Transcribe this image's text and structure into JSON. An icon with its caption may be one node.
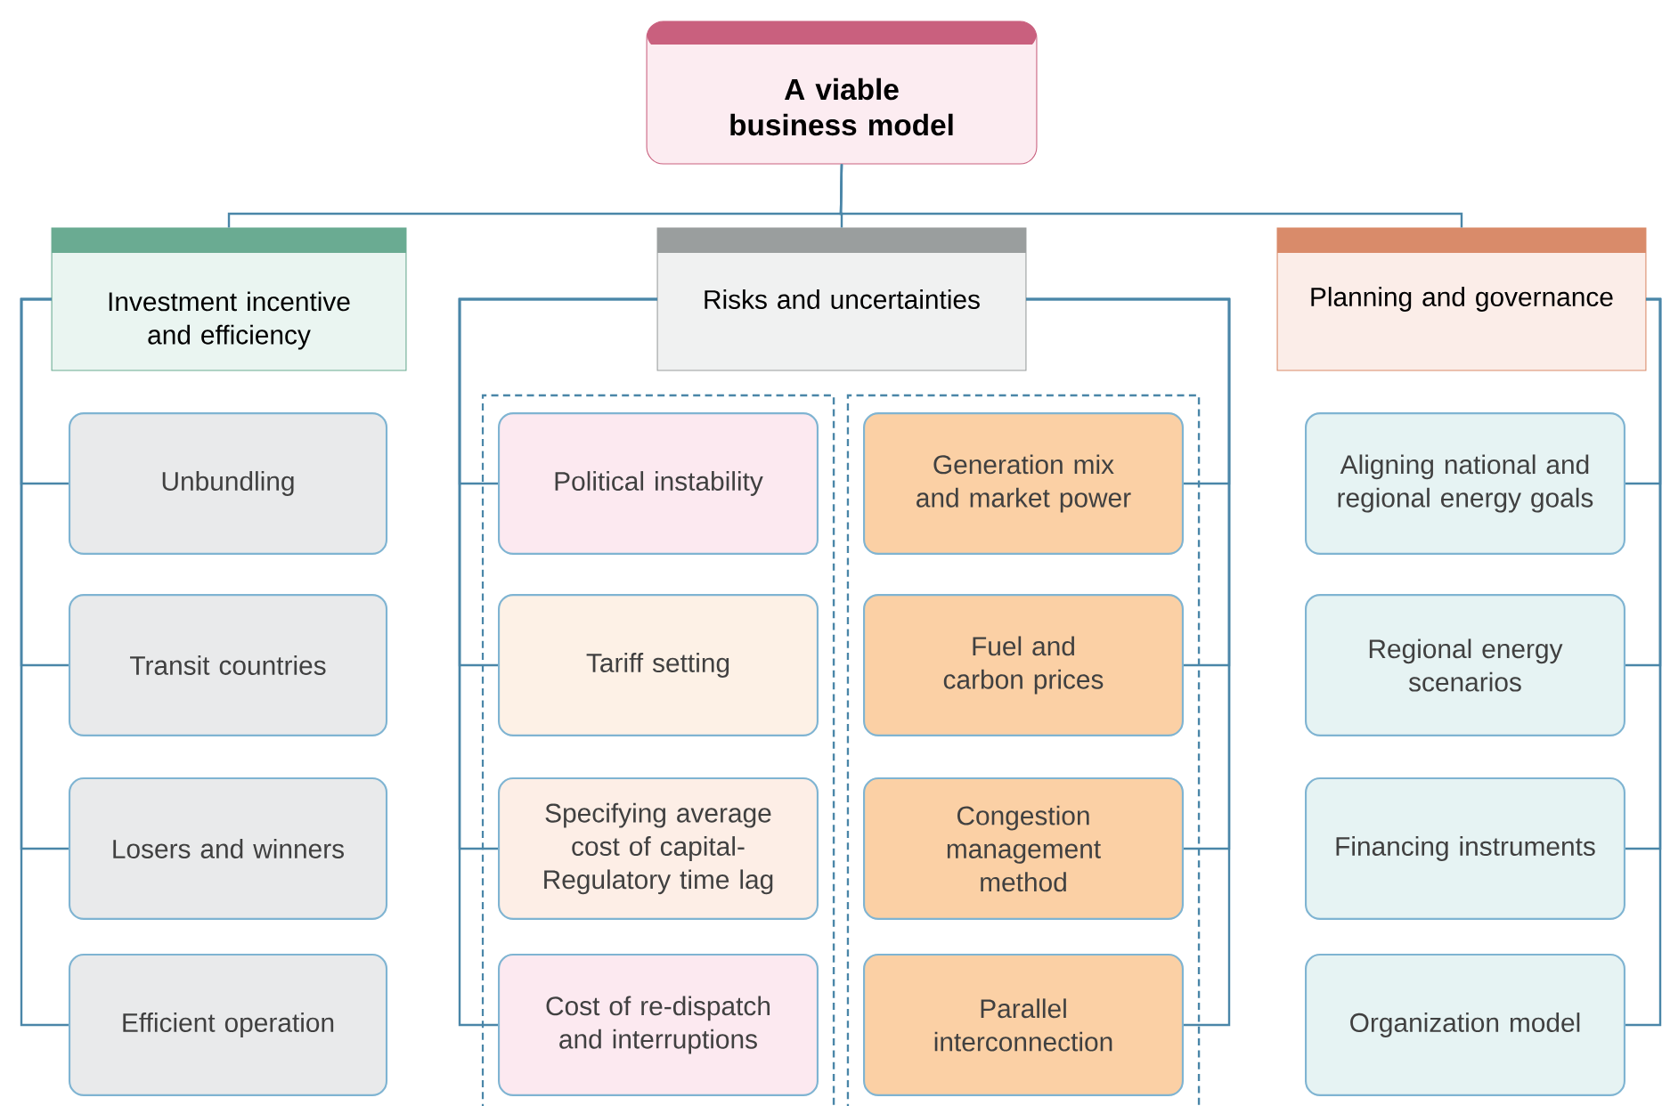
{
  "diagram": {
    "nodes": [
      {
        "text": [
          "A viable business model"
        ]
      },
      {
        "text": [
          "Investment incentive and efficiency"
        ]
      },
      {
        "text": [
          "Risks and uncertainties"
        ]
      },
      {
        "text": [
          "Planning and governance"
        ]
      },
      {
        "text": [
          "Unbundling"
        ]
      },
      {
        "text": [
          "Transit countries"
        ]
      },
      {
        "text": [
          "Losers and winners"
        ]
      },
      {
        "text": [
          "Efficient operation"
        ]
      },
      {
        "text": [],
        "shape": "box"
      },
      {
        "text": [
          "Political instability"
        ],
        "in": 8
      },
      {
        "text": [
          "Tariff setting"
        ],
        "in": 8
      },
      {
        "text": [
          "Specifying average cost of capital-Regulatory time lag"
        ],
        "in": 8
      },
      {
        "text": [
          "Cost of re-dispatch and interruptions"
        ],
        "in": 8
      },
      {
        "text": [],
        "shape": "box"
      },
      {
        "text": [
          "Generation mix and market power"
        ],
        "in": 13
      },
      {
        "text": [
          "Fuel and carbon prices"
        ],
        "in": 13
      },
      {
        "text": [
          "Congestion management method"
        ],
        "in": 13
      },
      {
        "text": [
          "Parallel interconnection"
        ],
        "in": 13
      },
      {
        "text": [
          "Aligning national and regional energy goals"
        ]
      },
      {
        "text": [
          "Regional energy scenarios"
        ]
      },
      {
        "text": [
          "Financing instruments"
        ]
      },
      {
        "text": [
          "Organization model"
        ]
      }
    ],
    "edges": [
      {
        "from": 0,
        "to": 1,
        "arrow": "none"
      },
      {
        "from": 0,
        "to": 2,
        "arrow": "none"
      },
      {
        "from": 0,
        "to": 3,
        "arrow": "none"
      },
      {
        "from": 1,
        "to": 4,
        "arrow": "none"
      },
      {
        "from": 1,
        "to": 5,
        "arrow": "none"
      },
      {
        "from": 1,
        "to": 6,
        "arrow": "none"
      },
      {
        "from": 1,
        "to": 7,
        "arrow": "none"
      },
      {
        "from": 2,
        "to": 9,
        "arrow": "none"
      },
      {
        "from": 2,
        "to": 10,
        "arrow": "none"
      },
      {
        "from": 2,
        "to": 11,
        "arrow": "none"
      },
      {
        "from": 2,
        "to": 12,
        "arrow": "none"
      },
      {
        "from": 2,
        "to": 14,
        "arrow": "none"
      },
      {
        "from": 2,
        "to": 15,
        "arrow": "none"
      },
      {
        "from": 2,
        "to": 16,
        "arrow": "none"
      },
      {
        "from": 2,
        "to": 17,
        "arrow": "none"
      },
      {
        "from": 3,
        "to": 18,
        "arrow": "none"
      },
      {
        "from": 3,
        "to": 19,
        "arrow": "none"
      },
      {
        "from": 3,
        "to": 20,
        "arrow": "none"
      },
      {
        "from": 3,
        "to": 21,
        "arrow": "none"
      }
    ]
  }
}
